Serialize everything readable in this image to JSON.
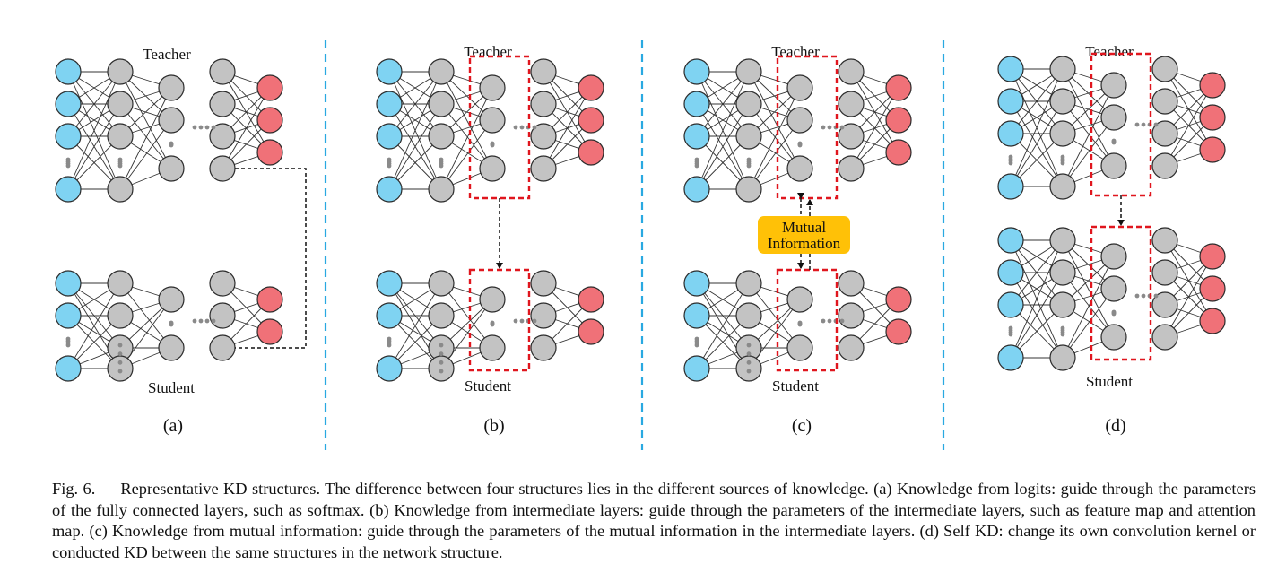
{
  "figure": {
    "panels": [
      {
        "id": "a",
        "subcaption": "(a)",
        "top_label": "Teacher",
        "bottom_label": "Student"
      },
      {
        "id": "b",
        "subcaption": "(b)",
        "top_label": "Teacher",
        "bottom_label": "Student"
      },
      {
        "id": "c",
        "subcaption": "(c)",
        "top_label": "Teacher",
        "bottom_label": "Student",
        "box_label_lines": [
          "Mutual",
          "Information"
        ]
      },
      {
        "id": "d",
        "subcaption": "(d)",
        "top_label": "Teacher",
        "bottom_label": "Student"
      }
    ],
    "colors": {
      "input_node": "#7fd3f2",
      "hidden_node": "#c3c3c3",
      "output_node": "#f07178",
      "node_stroke": "#2b2b2b",
      "panel_divider": "#29a9e1",
      "highlight_box": "#e0161e",
      "mutual_info_box": "#ffc107"
    }
  },
  "caption": {
    "label": "Fig. 6.",
    "text": "Representative KD structures. The difference between four structures lies in the different sources of knowledge. (a) Knowledge from logits: guide through the parameters of the fully connected layers, such as softmax. (b) Knowledge from intermediate layers: guide through the parameters of the intermediate layers, such as feature map and attention map. (c) Knowledge from mutual information: guide through the parameters of the mutual information in the intermediate layers. (d) Self KD: change its own convolution kernel or conducted KD between the same structures in the network structure."
  }
}
